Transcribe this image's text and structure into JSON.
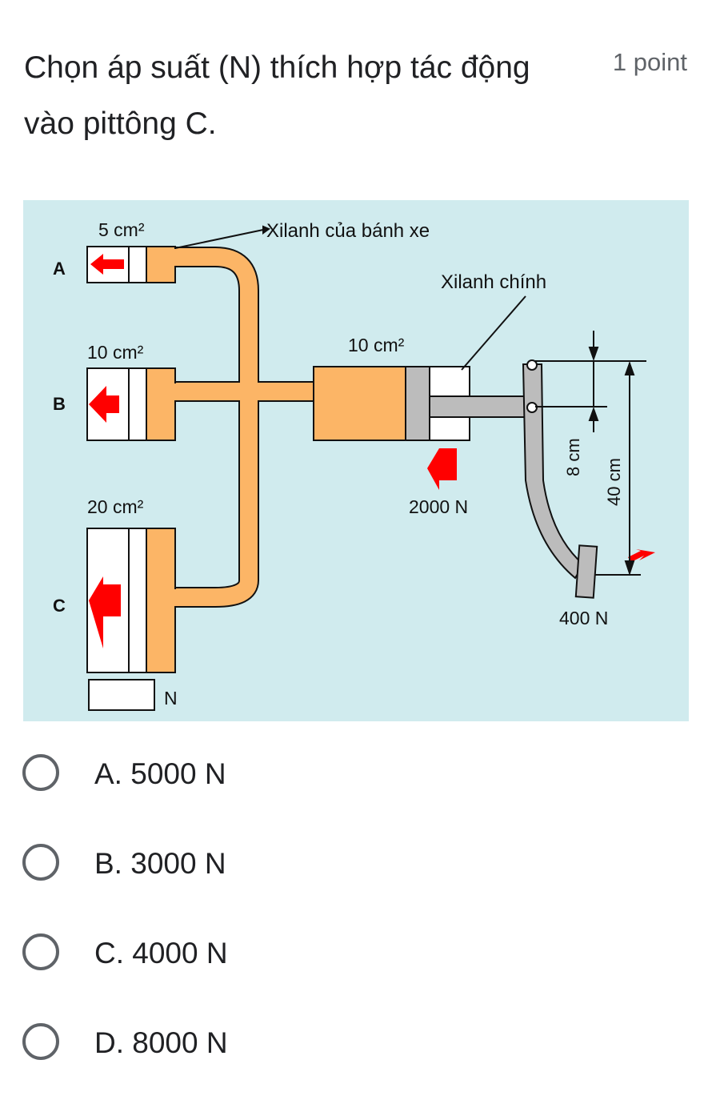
{
  "question": {
    "title": "Chọn áp suất (N) thích hợp tác động vào pittông C.",
    "points": "1 point"
  },
  "figure": {
    "labels": {
      "A": "A",
      "B": "B",
      "C": "C",
      "area_A": "5 cm²",
      "area_B": "10 cm²",
      "area_C": "20 cm²",
      "area_master": "10 cm²",
      "wheel_cylinder": "Xilanh của bánh xe",
      "master_cylinder": "Xilanh chính",
      "master_force": "2000 N",
      "pedal_force": "400 N",
      "dist_short": "8 cm",
      "dist_long": "40 cm",
      "answer_unit": "N"
    },
    "colors": {
      "background": "#d0ebee",
      "fluid": "#fcb566",
      "arrow": "#ff0000",
      "metal": "#bcbcbc"
    }
  },
  "options": [
    {
      "label": "A. 5000 N"
    },
    {
      "label": "B. 3000 N"
    },
    {
      "label": "C. 4000 N"
    },
    {
      "label": "D. 8000 N"
    }
  ]
}
